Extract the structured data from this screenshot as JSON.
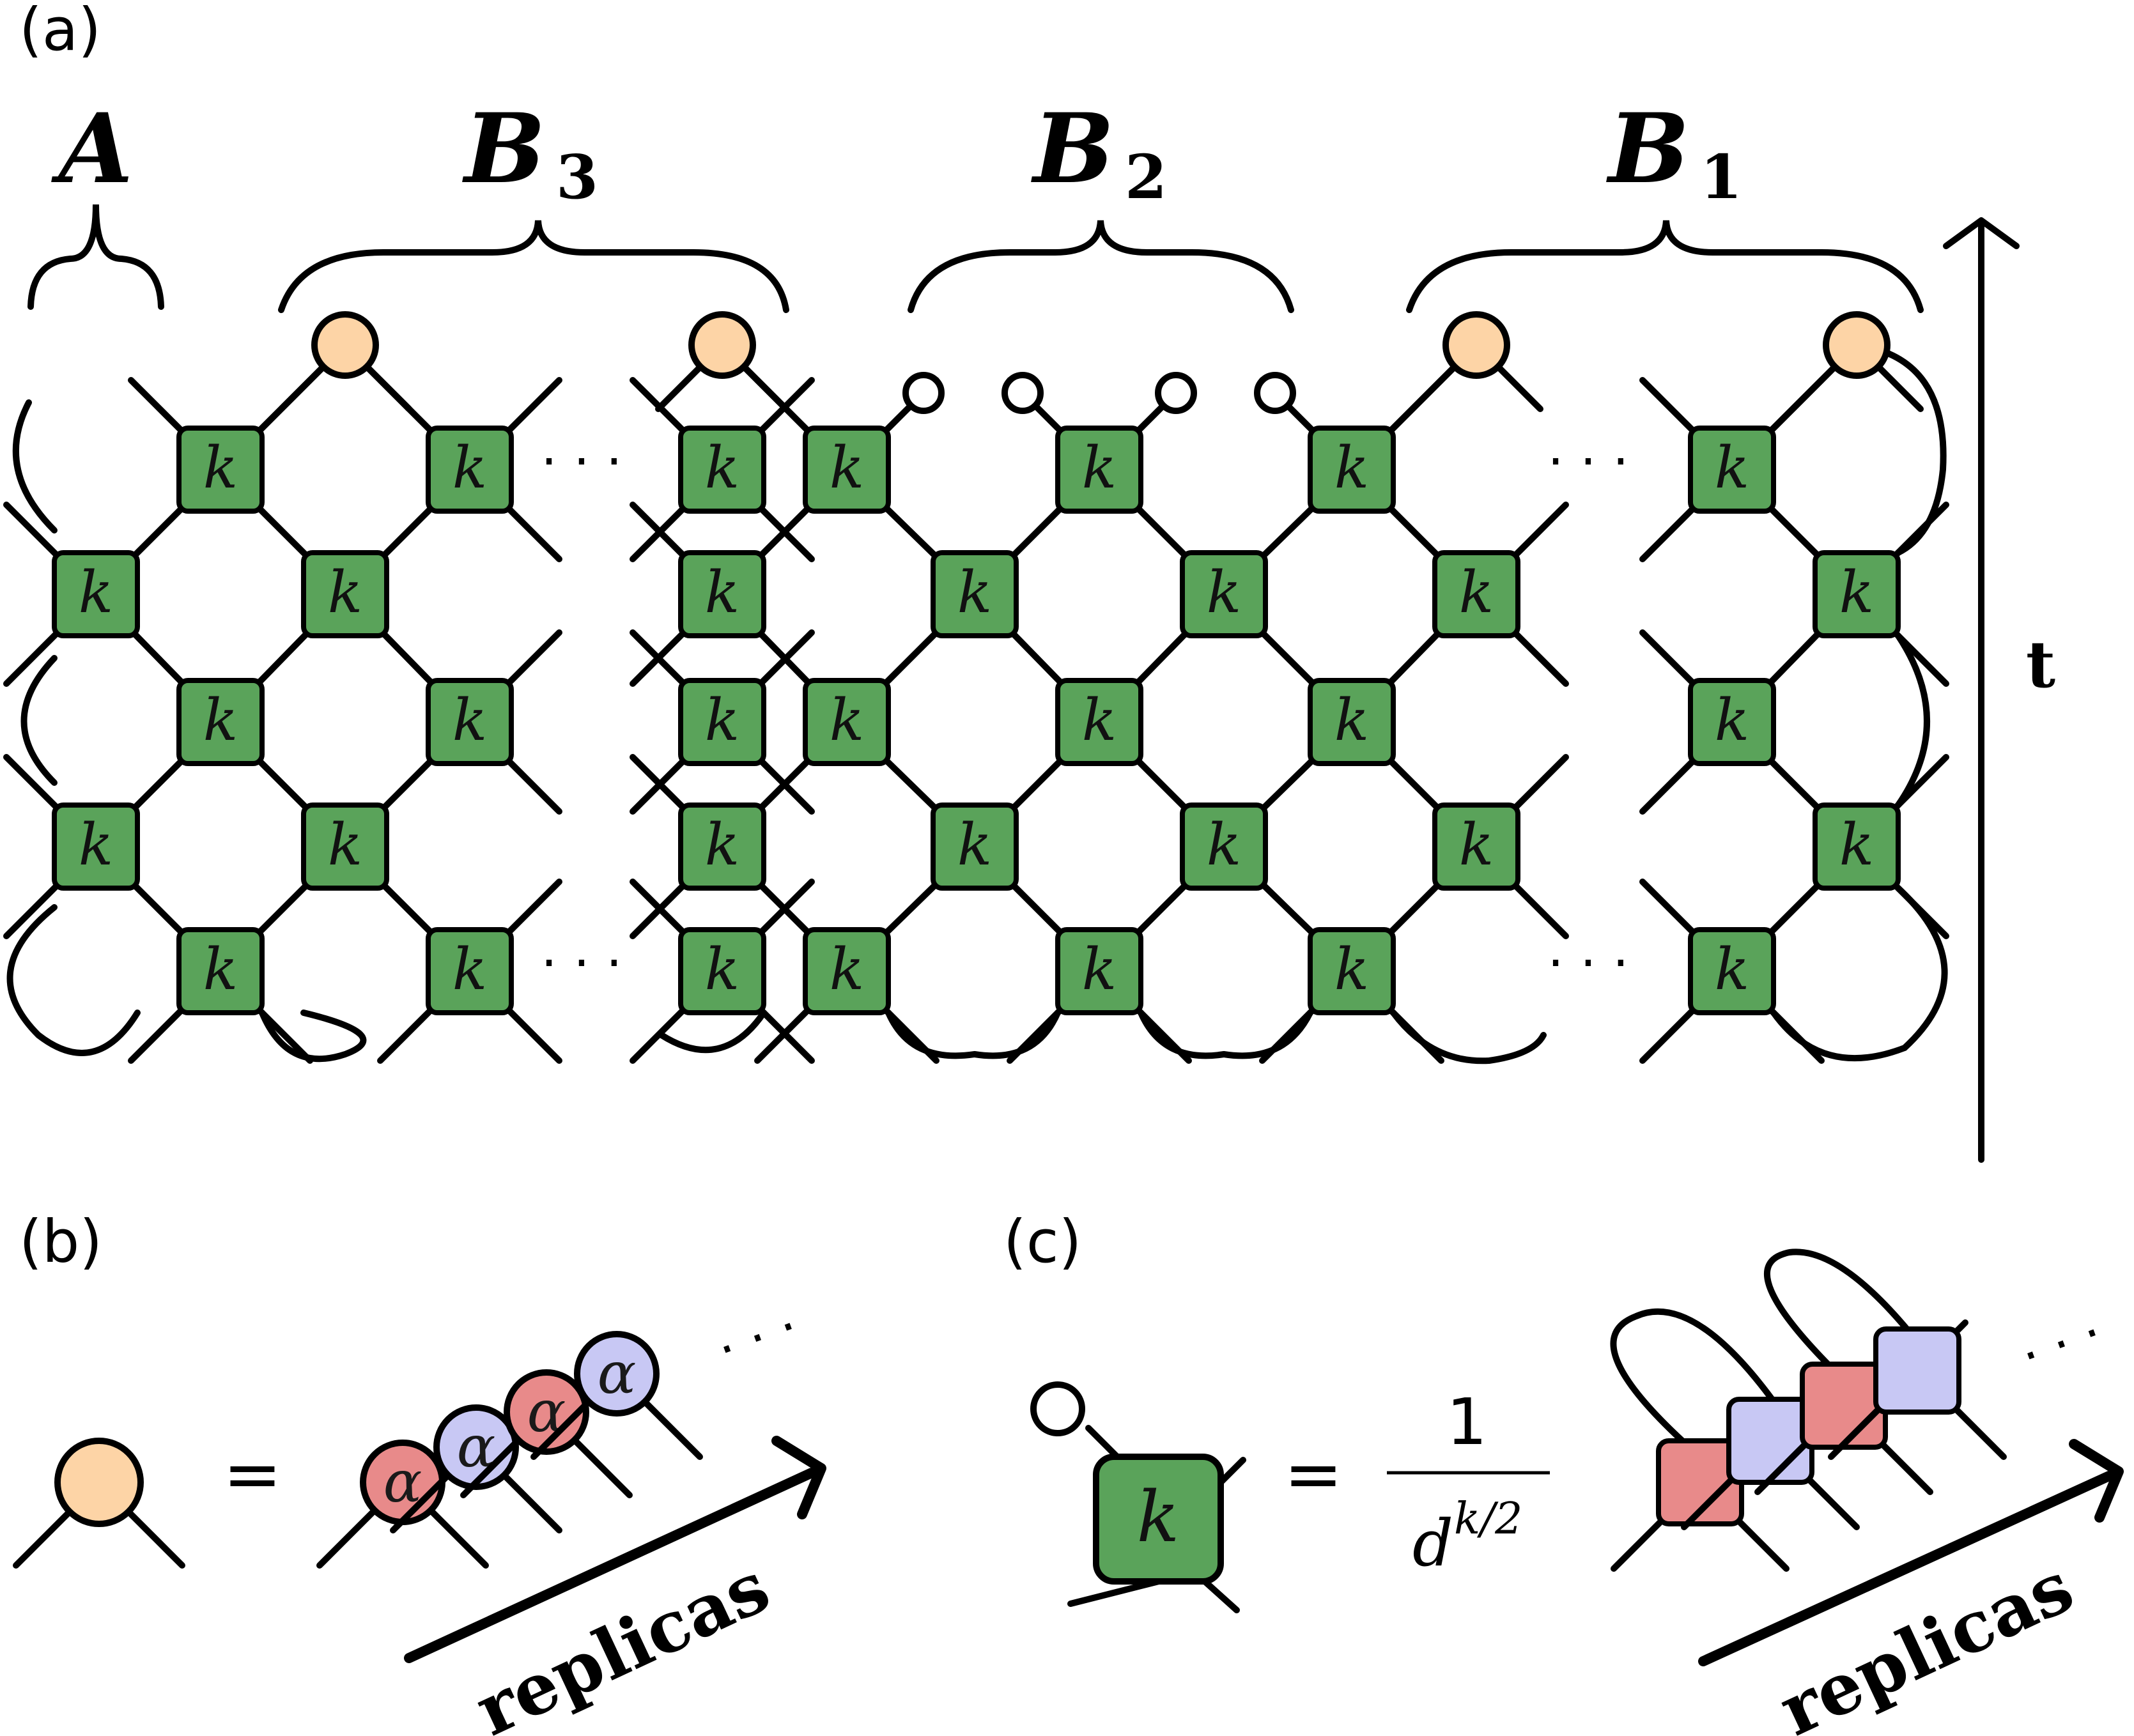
{
  "panels": {
    "a": {
      "tag": "(a)"
    },
    "b": {
      "tag": "(b)"
    },
    "c": {
      "tag": "(c)"
    }
  },
  "regions": {
    "A": "A",
    "B3": {
      "letter": "B",
      "sub": "3"
    },
    "B2": {
      "letter": "B",
      "sub": "2"
    },
    "B1": {
      "letter": "B",
      "sub": "1"
    }
  },
  "time_axis_label": "t",
  "gate_label": "k",
  "alpha_label": "α",
  "ellipsis": "· · ·",
  "equals": "=",
  "replicas_label": "replicas",
  "fraction": {
    "numerator": "1",
    "denominator_base": "d",
    "denominator_exponent": "k/2"
  },
  "colors": {
    "gate_fill": "#5aa35a",
    "boundary_fill": "#fdd4a6",
    "replica_red": "#e88a8a",
    "replica_blue": "#c8c8f4",
    "stroke": "#000000"
  }
}
